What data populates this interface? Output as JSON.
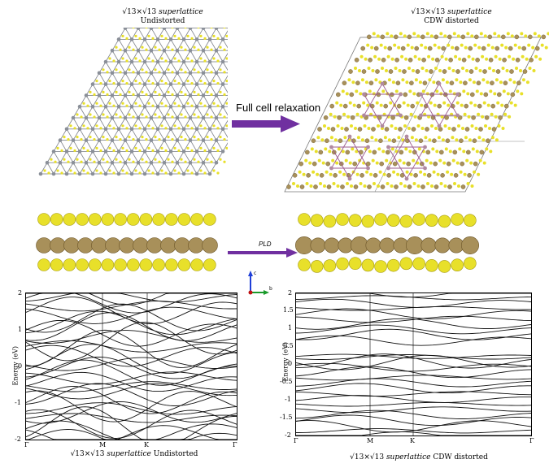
{
  "top_left_caption": {
    "line1_root": "√13×√13",
    "line1_italic": " superlattice",
    "line2": "Undistorted"
  },
  "top_right_caption": {
    "line1_root": "√13×√13",
    "line1_italic": " superlattice",
    "line2": "CDW distorted"
  },
  "relax_arrow_label": "Full cell relaxation",
  "pld_label": "PLD",
  "axes_triad": {
    "c": "c",
    "b": "b"
  },
  "colors": {
    "arrow": "#7030A0",
    "yellow_atom": "#E8E02A",
    "gold_atom": "#A8905A",
    "grey_atom": "#8A8F98",
    "purple_bond": "#9B5B8E"
  },
  "left_plot": {
    "ylabel": "Energy (eV)",
    "yticks": [
      "2",
      "1",
      "0",
      "-1",
      "-2"
    ],
    "kpoints": [
      "Γ",
      "M",
      "K",
      "Γ"
    ],
    "caption_root": "√13×√13",
    "caption_italic": " superlattice",
    "caption_rest": " Undistorted"
  },
  "right_plot": {
    "ylabel": "Energy (eV)",
    "yticks": [
      "2",
      "1.5",
      "1",
      "0.5",
      "0",
      "-0.5",
      "-1",
      "-1.5",
      "-2"
    ],
    "kpoints": [
      "Γ",
      "M",
      "K",
      "Γ"
    ],
    "caption_root": "√13×√13",
    "caption_italic": " superlattice",
    "caption_rest": " CDW distorted"
  }
}
